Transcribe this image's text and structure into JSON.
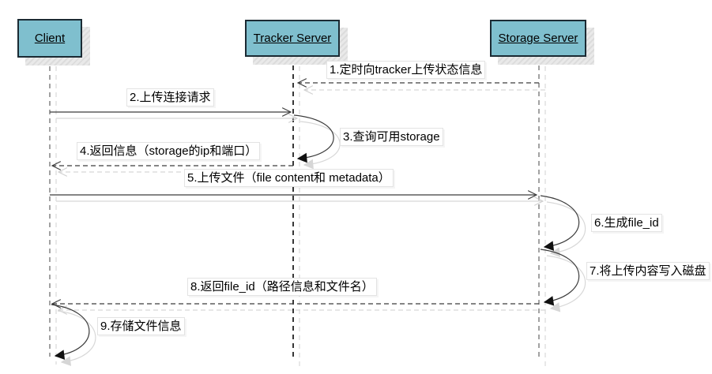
{
  "diagram": {
    "type": "sequence-diagram",
    "actors": [
      {
        "id": "client",
        "label": "Client"
      },
      {
        "id": "tracker",
        "label": "Tracker Server"
      },
      {
        "id": "storage",
        "label": "Storage Server"
      }
    ],
    "messages": [
      {
        "seq": 1,
        "label": "1.定时向tracker上传状态信息",
        "from": "storage",
        "to": "tracker",
        "line": "dashed",
        "arrow": "open"
      },
      {
        "seq": 2,
        "label": "2.上传连接请求",
        "from": "client",
        "to": "tracker",
        "line": "solid",
        "arrow": "open"
      },
      {
        "seq": 3,
        "label": "3.查询可用storage",
        "from": "tracker",
        "to": "tracker",
        "line": "self",
        "arrow": "filled"
      },
      {
        "seq": 4,
        "label": "4.返回信息（storage的ip和端口）",
        "from": "tracker",
        "to": "client",
        "line": "dashed",
        "arrow": "open"
      },
      {
        "seq": 5,
        "label": "5.上传文件（file content和 metadata）",
        "from": "client",
        "to": "storage",
        "line": "solid",
        "arrow": "open"
      },
      {
        "seq": 6,
        "label": "6.生成file_id",
        "from": "storage",
        "to": "storage",
        "line": "self",
        "arrow": "filled"
      },
      {
        "seq": 7,
        "label": "7.将上传内容写入磁盘",
        "from": "storage",
        "to": "storage",
        "line": "self",
        "arrow": "filled"
      },
      {
        "seq": 8,
        "label": "8.返回file_id（路径信息和文件名）",
        "from": "storage",
        "to": "client",
        "line": "dashed",
        "arrow": "open"
      },
      {
        "seq": 9,
        "label": "9.存储文件信息",
        "from": "client",
        "to": "client",
        "line": "self",
        "arrow": "filled"
      }
    ],
    "colors": {
      "actor_fill": "#7FBFCE",
      "actor_border": "#1b2a33",
      "line_dark": "#3c3c3c",
      "lifeline_tracker": "#222222",
      "lifeline_gray": "#7a7a7a",
      "shadow": "#d6d6d6",
      "background": "#ffffff"
    }
  }
}
